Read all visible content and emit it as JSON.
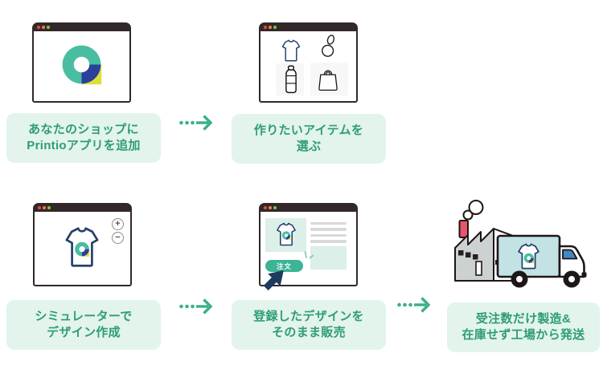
{
  "diagram_title": "Printio print-on-demand service flow",
  "steps": [
    {
      "name": "add-printio-app",
      "label": {
        "line1": "あなたのショップに",
        "line2": "Printioアプリを追加"
      },
      "illustration": "browser window with Printio donut logo"
    },
    {
      "name": "choose-item",
      "label": {
        "line1": "作りたいアイテムを",
        "line2": "選ぶ"
      },
      "illustration": "browser window with t-shirt, acrylic charm, bottle, tote bag icons"
    },
    {
      "name": "create-design",
      "label": {
        "line1": "シミュレーターで",
        "line2": "デザイン作成"
      },
      "illustration": "browser window with t-shirt design simulator and zoom in/out buttons"
    },
    {
      "name": "sell-design",
      "label": {
        "line1": "登録したデザインを",
        "line2": "そのまま販売"
      },
      "illustration": "browser window product page with order button and cursor"
    },
    {
      "name": "manufacture-and-ship",
      "label": {
        "line1": "受注数だけ製造&",
        "line2": "在庫せず工場から発送"
      },
      "illustration": "factory with chimney smoke and delivery truck carrying t-shirt"
    }
  ],
  "illustration_text": {
    "order_button": "注文",
    "zoom_in": "+",
    "zoom_out": "−"
  },
  "icons": [
    "printio-logo-icon",
    "tshirt-icon",
    "acrylic-charm-icon",
    "bottle-icon",
    "tote-bag-icon",
    "zoom-in-icon",
    "zoom-out-icon",
    "order-button",
    "cursor-arrow-icon",
    "click-sparkle-icon",
    "factory-icon",
    "delivery-truck-icon",
    "dashed-arrow-icon",
    "window-traffic-dots"
  ],
  "colors": {
    "label_background": "#E2F4EC",
    "label_text": "#2F9C75",
    "arrow_teal": "#38AF8C",
    "logo_teal": "#49BDA2",
    "logo_blue": "#2C3F9B",
    "logo_yellow": "#DCE03A",
    "shirt_navy": "#24406E",
    "window_frame": "#322829",
    "order_pill": "#3CB495",
    "cursor_navy": "#1E3A5E",
    "chimney_red": "#E7566B",
    "truck_cargo": "#C3E2E3",
    "truck_window": "#4286C3",
    "dot_red": "#DF4A3E",
    "dot_orange": "#E1823C",
    "dot_green": "#7CC04B"
  }
}
